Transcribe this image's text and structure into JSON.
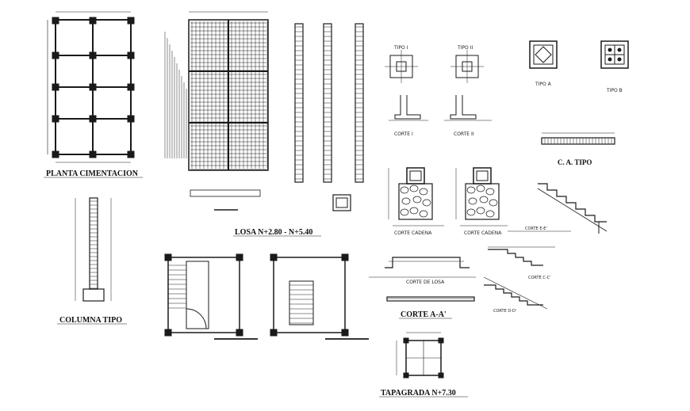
{
  "labels": {
    "planta": "PLANTA CIMENTACION",
    "losa": "LOSA N+2.80 - N+5.40",
    "columna": "COLUMNA TIPO",
    "corte_aa": "CORTE A-A'",
    "tapagrada": "TAPAGRADA N+7.30",
    "ca_tipo": "C. A. TIPO",
    "tipo_i": "TIPO I",
    "tipo_ii": "TIPO II",
    "tipo_a": "TIPO A",
    "tipo_b": "TIPO B",
    "corte_i": "CORTE I",
    "corte_ii": "CORTE II",
    "corte_cadena_1": "CORTE CADENA",
    "corte_cadena_2": "CORTE CADENA",
    "corte_de_losa": "CORTE DE LOSA",
    "corte_ee": "CORTE E-E'",
    "corte_cc": "CORTE C-C'",
    "corte_dd": "CORTE D-D'"
  },
  "colors": {
    "line": "#1a1a1a",
    "background": "#ffffff"
  }
}
